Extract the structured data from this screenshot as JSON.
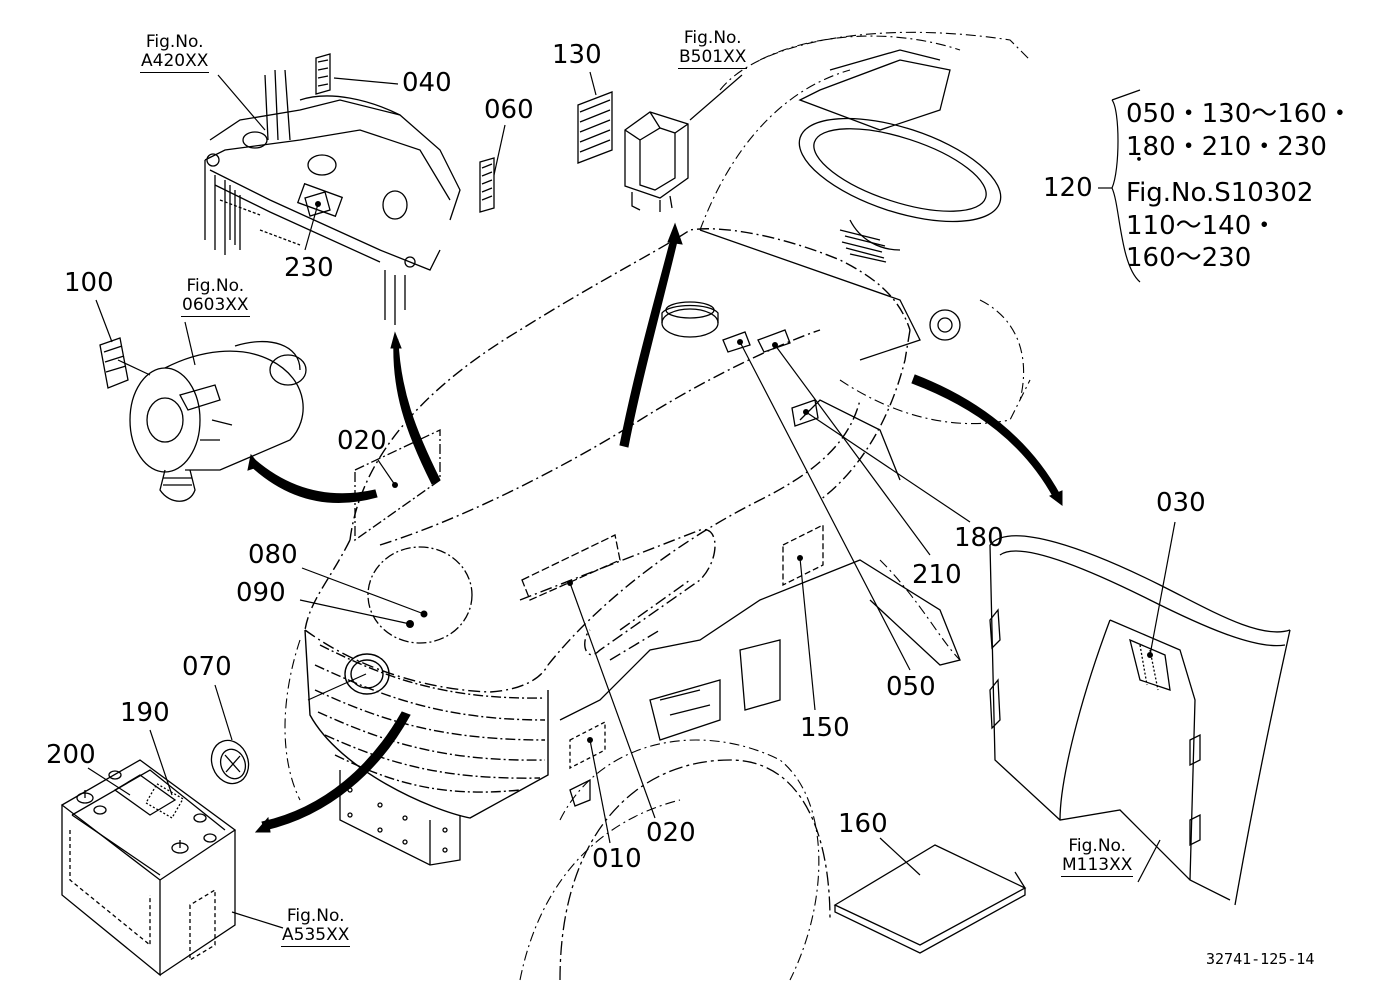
{
  "drawing_code": "32741-125-14",
  "fig_refs": [
    {
      "prefix": "Fig.No.",
      "number": "A420XX"
    },
    {
      "prefix": "Fig.No.",
      "number": "B501XX"
    },
    {
      "prefix": "Fig.No.",
      "number": "0603XX"
    },
    {
      "prefix": "Fig.No.",
      "number": "A535XX"
    },
    {
      "prefix": "Fig.No.",
      "number": "M113XX"
    }
  ],
  "callouts": [
    "040",
    "060",
    "130",
    "230",
    "100",
    "020",
    "080",
    "090",
    "070",
    "190",
    "200",
    "010",
    "020",
    "150",
    "050",
    "210",
    "180",
    "030",
    "160"
  ],
  "kit_note": {
    "number": "120",
    "lines": [
      "050・130～160・",
      "180・210・230",
      "・",
      "Fig.No.S10302",
      "110～140・",
      "160～230"
    ]
  }
}
